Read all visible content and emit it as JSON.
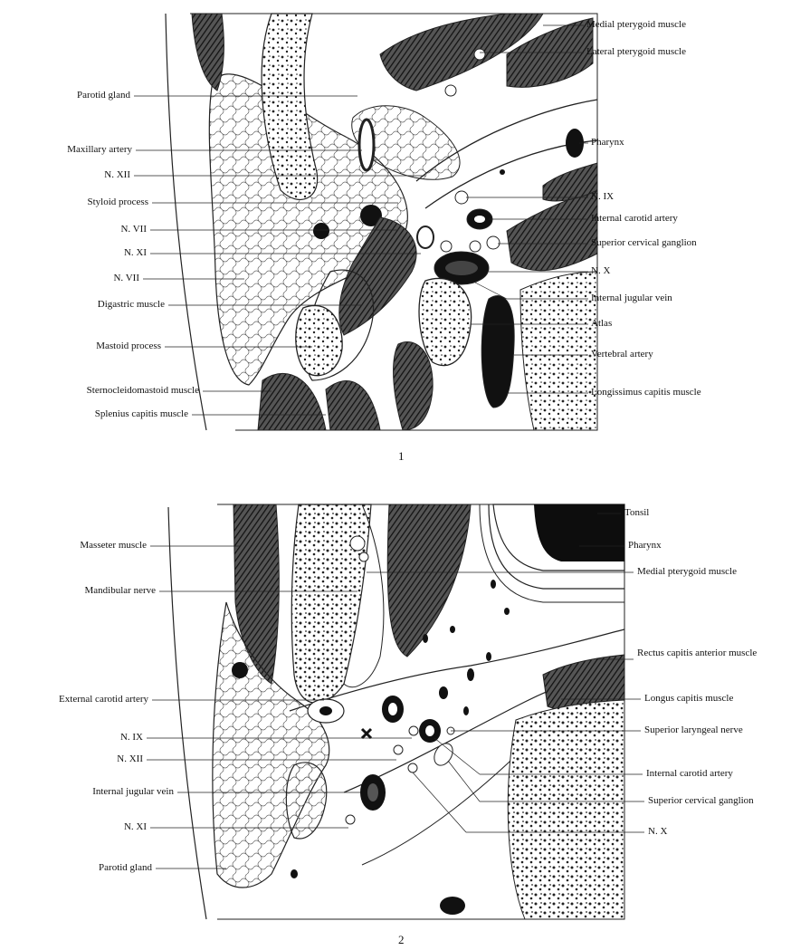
{
  "figure1": {
    "number": "1",
    "left_labels": [
      "Parotid gland",
      "Maxillary artery",
      "N. XII",
      "Styloid process",
      "N. VII",
      "N. XI",
      "N. VII",
      "Digastric muscle",
      "Mastoid process",
      "Sternocleidomastoid muscle",
      "Splenius capitis muscle"
    ],
    "right_labels": [
      "Medial pterygoid muscle",
      "Lateral pterygoid muscle",
      "Pharynx",
      "N. IX",
      "Internal carotid artery",
      "Superior cervical ganglion",
      "N. X",
      "Internal jugular vein",
      "Atlas",
      "Vertebral artery",
      "Longissimus capitis muscle"
    ]
  },
  "figure2": {
    "number": "2",
    "left_labels": [
      "Masseter muscle",
      "Mandibular nerve",
      "External carotid artery",
      "N. IX",
      "N. XII",
      "Internal jugular vein",
      "N. XI",
      "Parotid gland"
    ],
    "right_labels": [
      "Tonsil",
      "Pharynx",
      "Medial pterygoid muscle",
      "Rectus capitis anterior muscle",
      "Longus capitis muscle",
      "Superior laryngeal nerve",
      "Internal carotid artery",
      "Superior cervical ganglion",
      "N. X"
    ]
  }
}
